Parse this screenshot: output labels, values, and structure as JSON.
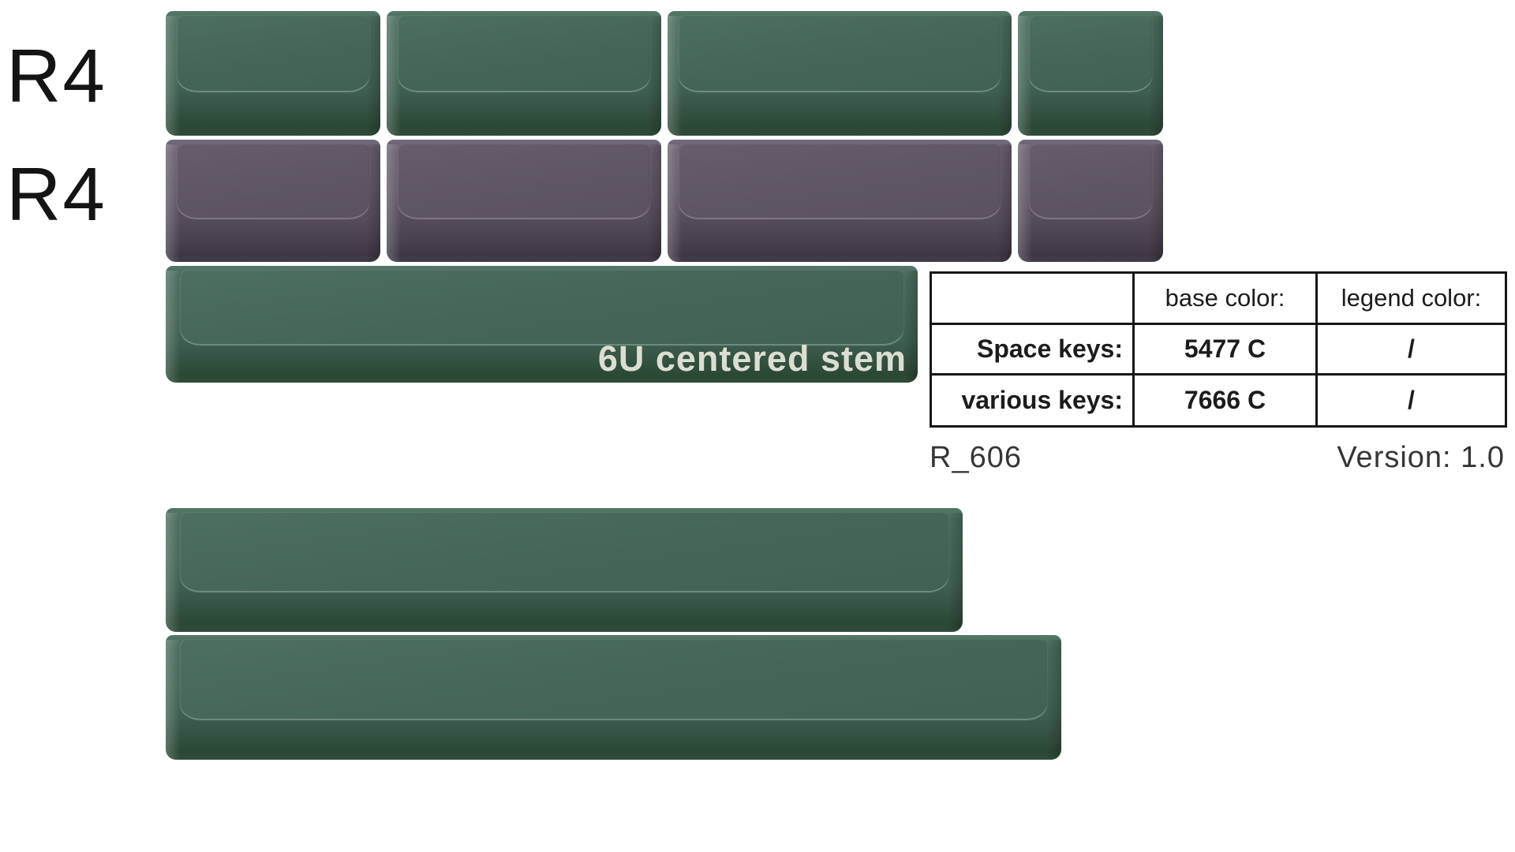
{
  "row_labels": {
    "row1": "R4",
    "row2": "R4"
  },
  "spacebar": {
    "label": "6U centered stem"
  },
  "table": {
    "header": {
      "col1": "",
      "col2": "base color:",
      "col3": "legend color:"
    },
    "rows": [
      {
        "label": "Space keys:",
        "base": "5477 C",
        "legend": "/"
      },
      {
        "label": "various keys:",
        "base": "7666 C",
        "legend": "/"
      }
    ]
  },
  "footer": {
    "model": "R_606",
    "version": "Version: 1.0"
  },
  "colors": {
    "background": "#ffffff",
    "space_keys_green_base": "#456656",
    "space_keys_green_dark": "#2b4836",
    "various_keys_purple_base": "#5f5664",
    "various_keys_purple_dark": "#3e3744",
    "spacebar_legend_text": "#dcded2",
    "table_border": "#161616",
    "label_text": "#141414"
  }
}
